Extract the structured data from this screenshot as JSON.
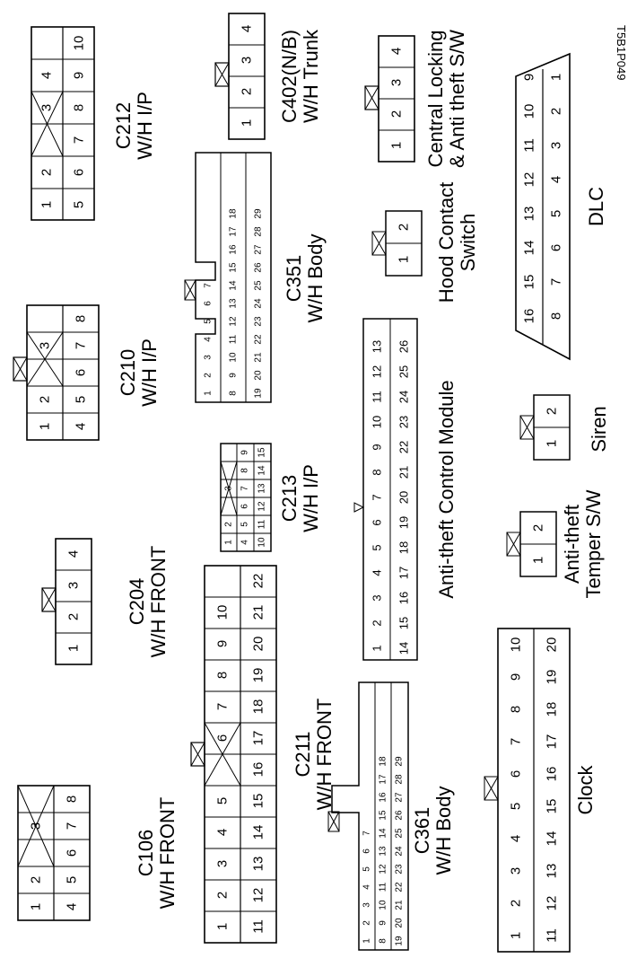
{
  "figure_code": "T5B1P049",
  "connectors": [
    {
      "id": "C106",
      "label_lines": [
        "C106",
        "W/H FRONT"
      ],
      "rows": [
        [
          "1",
          "2",
          "",
          "3"
        ],
        [
          "4",
          "5",
          "6",
          "7",
          "8"
        ]
      ],
      "layout": "split5"
    },
    {
      "id": "C204",
      "label_lines": [
        "C204",
        "W/H FRONT"
      ],
      "rows": [
        [
          "1",
          "2",
          "3",
          "4"
        ]
      ],
      "layout": "single"
    },
    {
      "id": "C210",
      "label_lines": [
        "C210",
        "W/H I/P"
      ],
      "rows": [
        [
          "1",
          "2",
          "",
          "3"
        ],
        [
          "4",
          "5",
          "6",
          "7",
          "8"
        ]
      ],
      "layout": "split5"
    },
    {
      "id": "C212",
      "label_lines": [
        "C212",
        "W/H I/P"
      ],
      "rows": [
        [
          "1",
          "2",
          "",
          "3",
          "4"
        ],
        [
          "5",
          "6",
          "7",
          "8",
          "9",
          "10"
        ]
      ],
      "layout": "split6"
    },
    {
      "id": "C402",
      "label_lines": [
        "C402(N/B)",
        "W/H Trunk"
      ],
      "rows": [
        [
          "1",
          "2",
          "3",
          "4"
        ]
      ],
      "layout": "single"
    },
    {
      "id": "CLS",
      "label_lines": [
        "Central Locking",
        "& Anti theft S/W"
      ],
      "rows": [
        [
          "1",
          "2",
          "3",
          "4"
        ]
      ],
      "layout": "single"
    },
    {
      "id": "C211",
      "label_lines": [
        "C211",
        "W/H FRONT"
      ],
      "rows": [
        [
          "1",
          "2",
          "3",
          "4",
          "5",
          "",
          "6",
          "7",
          "8",
          "9",
          "10"
        ],
        [
          "11",
          "12",
          "13",
          "14",
          "15",
          "16",
          "17",
          "18",
          "19",
          "20",
          "21",
          "22"
        ]
      ],
      "layout": "split12"
    },
    {
      "id": "C213",
      "label_lines": [
        "C213",
        "W/H I/P"
      ],
      "rows": [
        [
          "1",
          "2",
          "",
          "3"
        ],
        [
          "4",
          "5",
          "6",
          "7",
          "8",
          "9"
        ],
        [
          "10",
          "11",
          "12",
          "13",
          "14",
          "15"
        ]
      ],
      "layout": "small"
    },
    {
      "id": "C351",
      "label_lines": [
        "C351",
        "W/H Body"
      ],
      "rows": [
        [
          "1",
          "2",
          "3",
          "4",
          "5",
          "6",
          "7"
        ],
        [
          "8",
          "9",
          "10",
          "11",
          "12",
          "13",
          "14",
          "15",
          "16",
          "17",
          "18"
        ],
        [
          "19",
          "20",
          "21",
          "22",
          "23",
          "24",
          "25",
          "26",
          "27",
          "28",
          "29"
        ]
      ],
      "layout": "body"
    },
    {
      "id": "C361",
      "label_lines": [
        "C361",
        "W/H Body"
      ],
      "rows": [
        [
          "1",
          "2",
          "3",
          "4",
          "5",
          "6",
          "7"
        ],
        [
          "8",
          "9",
          "10",
          "11",
          "12",
          "13",
          "14",
          "15",
          "16",
          "17",
          "18"
        ],
        [
          "19",
          "20",
          "21",
          "22",
          "23",
          "24",
          "25",
          "26",
          "27",
          "28",
          "29"
        ]
      ],
      "layout": "body"
    },
    {
      "id": "ATCM",
      "label_lines": [
        "Anti-theft Control Module"
      ],
      "rows": [
        [
          "1",
          "2",
          "3",
          "4",
          "5",
          "6",
          "7",
          "8",
          "9",
          "10",
          "11",
          "12",
          "13"
        ],
        [
          "14",
          "15",
          "16",
          "17",
          "18",
          "19",
          "20",
          "21",
          "22",
          "23",
          "24",
          "25",
          "26"
        ]
      ],
      "layout": "module"
    },
    {
      "id": "HOOD",
      "label_lines": [
        "Hood Contact",
        "Switch"
      ],
      "rows": [
        [
          "1",
          "2"
        ]
      ],
      "layout": "single"
    },
    {
      "id": "SIREN",
      "label_lines": [
        "Siren"
      ],
      "rows": [
        [
          "1",
          "2"
        ]
      ],
      "layout": "single"
    },
    {
      "id": "TAMPER",
      "label_lines": [
        "Anti-theft",
        "Temper S/W"
      ],
      "rows": [
        [
          "1",
          "2"
        ]
      ],
      "layout": "single"
    },
    {
      "id": "CLOCK",
      "label_lines": [
        "Clock"
      ],
      "rows": [
        [
          "1",
          "2",
          "3",
          "4",
          "5",
          "6",
          "7",
          "8",
          "9",
          "10"
        ],
        [
          "11",
          "12",
          "13",
          "14",
          "15",
          "16",
          "17",
          "18",
          "19",
          "20"
        ]
      ],
      "layout": "dual"
    },
    {
      "id": "DLC",
      "label_lines": [
        "DLC"
      ],
      "rows": [
        [
          "16",
          "15",
          "14",
          "13",
          "12",
          "11",
          "10",
          "9"
        ],
        [
          "8",
          "7",
          "6",
          "5",
          "4",
          "3",
          "2",
          "1"
        ]
      ],
      "layout": "dlc"
    }
  ]
}
